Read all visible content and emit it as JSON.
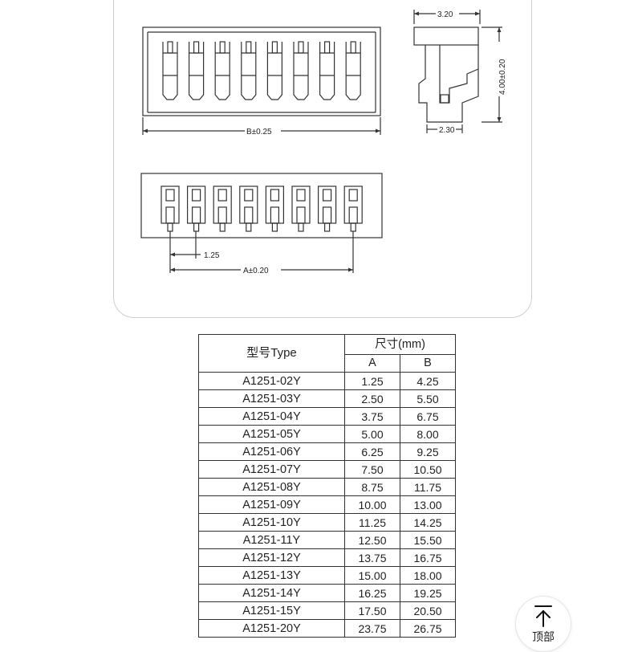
{
  "drawing": {
    "dim_width_side": "3.20",
    "dim_height_side": "4.00±0.20",
    "dim_depth_side": "2.30",
    "dim_b": "B±0.25",
    "dim_pitch": "1.25",
    "dim_a": "A±0.20"
  },
  "table": {
    "type_header": "型号Type",
    "dim_header": "尺寸(mm)",
    "col_a": "A",
    "col_b": "B",
    "rows": [
      {
        "type": "A1251-02Y",
        "a": "1.25",
        "b": "4.25"
      },
      {
        "type": "A1251-03Y",
        "a": "2.50",
        "b": "5.50"
      },
      {
        "type": "A1251-04Y",
        "a": "3.75",
        "b": "6.75"
      },
      {
        "type": "A1251-05Y",
        "a": "5.00",
        "b": "8.00"
      },
      {
        "type": "A1251-06Y",
        "a": "6.25",
        "b": "9.25"
      },
      {
        "type": "A1251-07Y",
        "a": "7.50",
        "b": "10.50"
      },
      {
        "type": "A1251-08Y",
        "a": "8.75",
        "b": "11.75"
      },
      {
        "type": "A1251-09Y",
        "a": "10.00",
        "b": "13.00"
      },
      {
        "type": "A1251-10Y",
        "a": "11.25",
        "b": "14.25"
      },
      {
        "type": "A1251-11Y",
        "a": "12.50",
        "b": "15.50"
      },
      {
        "type": "A1251-12Y",
        "a": "13.75",
        "b": "16.75"
      },
      {
        "type": "A1251-13Y",
        "a": "15.00",
        "b": "18.00"
      },
      {
        "type": "A1251-14Y",
        "a": "16.25",
        "b": "19.25"
      },
      {
        "type": "A1251-15Y",
        "a": "17.50",
        "b": "20.50"
      },
      {
        "type": "A1251-20Y",
        "a": "23.75",
        "b": "26.75"
      }
    ]
  },
  "back_to_top": {
    "label": "顶部",
    "icon": "arrow-up-to-line-icon"
  }
}
